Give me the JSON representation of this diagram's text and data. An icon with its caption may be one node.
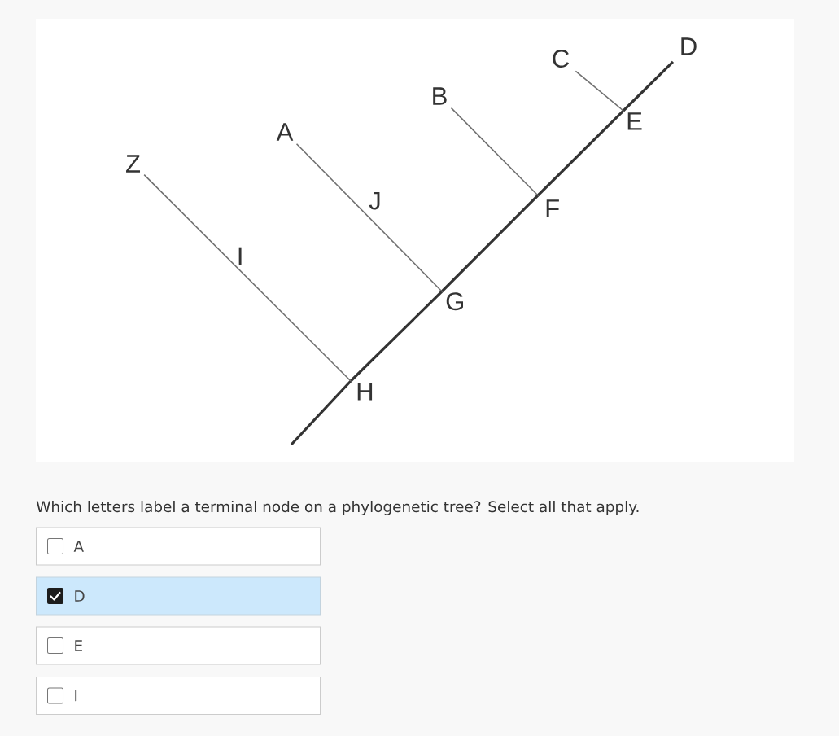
{
  "diagram": {
    "nodes": [
      {
        "text": [
          "Z"
        ]
      },
      {
        "text": [
          "A"
        ]
      },
      {
        "text": [
          "B"
        ]
      },
      {
        "text": [
          "C"
        ]
      },
      {
        "text": [
          "D"
        ]
      },
      {
        "text": [
          "H"
        ]
      },
      {
        "text": [
          "G"
        ]
      },
      {
        "text": [
          "F"
        ]
      },
      {
        "text": [
          "E"
        ]
      },
      {
        "text": [
          "A"
        ]
      },
      {
        "text": [
          "D"
        ]
      },
      {
        "text": [
          "E"
        ]
      },
      {
        "text": [
          "I"
        ]
      }
    ],
    "edges": [
      {
        "from": null,
        "to": 5,
        "arrow": "none"
      },
      {
        "from": 5,
        "to": 6,
        "arrow": "none"
      },
      {
        "from": 6,
        "to": 7,
        "arrow": "none"
      },
      {
        "from": 7,
        "to": 8,
        "arrow": "none"
      },
      {
        "from": 8,
        "to": 4,
        "arrow": "none"
      },
      {
        "from": 5,
        "to": 0,
        "arrow": "none",
        "label": "I",
        "color": "#707070"
      },
      {
        "from": 6,
        "to": 1,
        "arrow": "none",
        "label": "J",
        "color": "#707070"
      },
      {
        "from": 7,
        "to": 2,
        "arrow": "none",
        "color": "#707070"
      },
      {
        "from": 8,
        "to": 3,
        "arrow": "none",
        "color": "#707070"
      }
    ],
    "labels": [
      "Which letters label a terminal node on a phylogenetic tree? Select all that apply."
    ]
  }
}
